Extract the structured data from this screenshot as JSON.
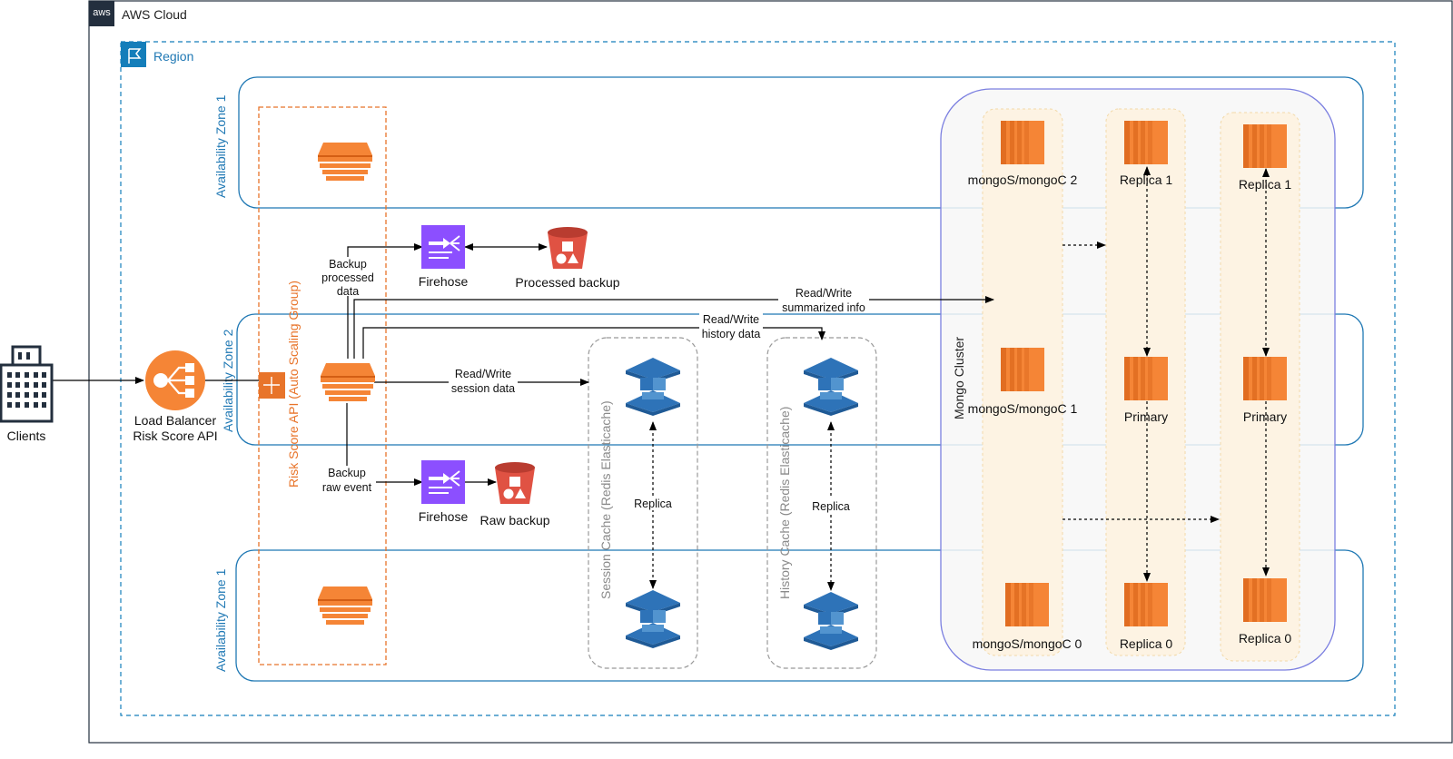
{
  "containers": {
    "aws_cloud": "AWS Cloud",
    "aws_logo": "aws",
    "region": "Region",
    "az_top": "Availability Zone 1",
    "az_mid": "Availability Zone 2",
    "az_bottom": "Availability Zone 1",
    "asg": "Risk Score API (Auto Scaling Group)",
    "session_cache": "Session Cache (Redis Elasticache)",
    "history_cache": "History Cache (Redis Elasticache)",
    "mongo_cluster": "Mongo Cluster"
  },
  "nodes": {
    "clients": "Clients",
    "lb_line1": "Load Balancer",
    "lb_line2": "Risk Score API",
    "firehose_top": "Firehose",
    "processed_backup": "Processed backup",
    "firehose_bottom": "Firehose",
    "raw_backup": "Raw backup",
    "mongos2": "mongoS/mongoC 2",
    "mongos1": "mongoS/mongoC 1",
    "mongos0": "mongoS/mongoC 0",
    "shard_a_top": "Replica 1",
    "shard_a_mid": "Primary",
    "shard_a_bottom": "Replica 0",
    "shard_b_top": "Replica 1",
    "shard_b_mid": "Primary",
    "shard_b_bottom": "Replica 0"
  },
  "edges": {
    "backup_processed": [
      "Backup",
      "processed",
      "data"
    ],
    "backup_raw": [
      "Backup",
      "raw event"
    ],
    "rw_summarized": [
      "Read/Write",
      "summarized info"
    ],
    "rw_history": [
      "Read/Write",
      "history data"
    ],
    "rw_session": [
      "Read/Write",
      "session data"
    ],
    "session_replica": "Replica",
    "history_replica": "Replica"
  },
  "colors": {
    "aws_dark": "#232f3e",
    "region_blue": "#147eba",
    "az_blue": "#1f78b4",
    "asg_orange": "#e8742a",
    "ec2_orange": "#f58536",
    "ec2_dark": "#d35e14",
    "firehose_purple": "#8c4fff",
    "s3_red": "#e05243",
    "redis_blue": "#2e73b8",
    "lb_orange": "#f58536",
    "mongo_border": "#7b7fe0",
    "shard_fill": "#fdf3e3"
  }
}
